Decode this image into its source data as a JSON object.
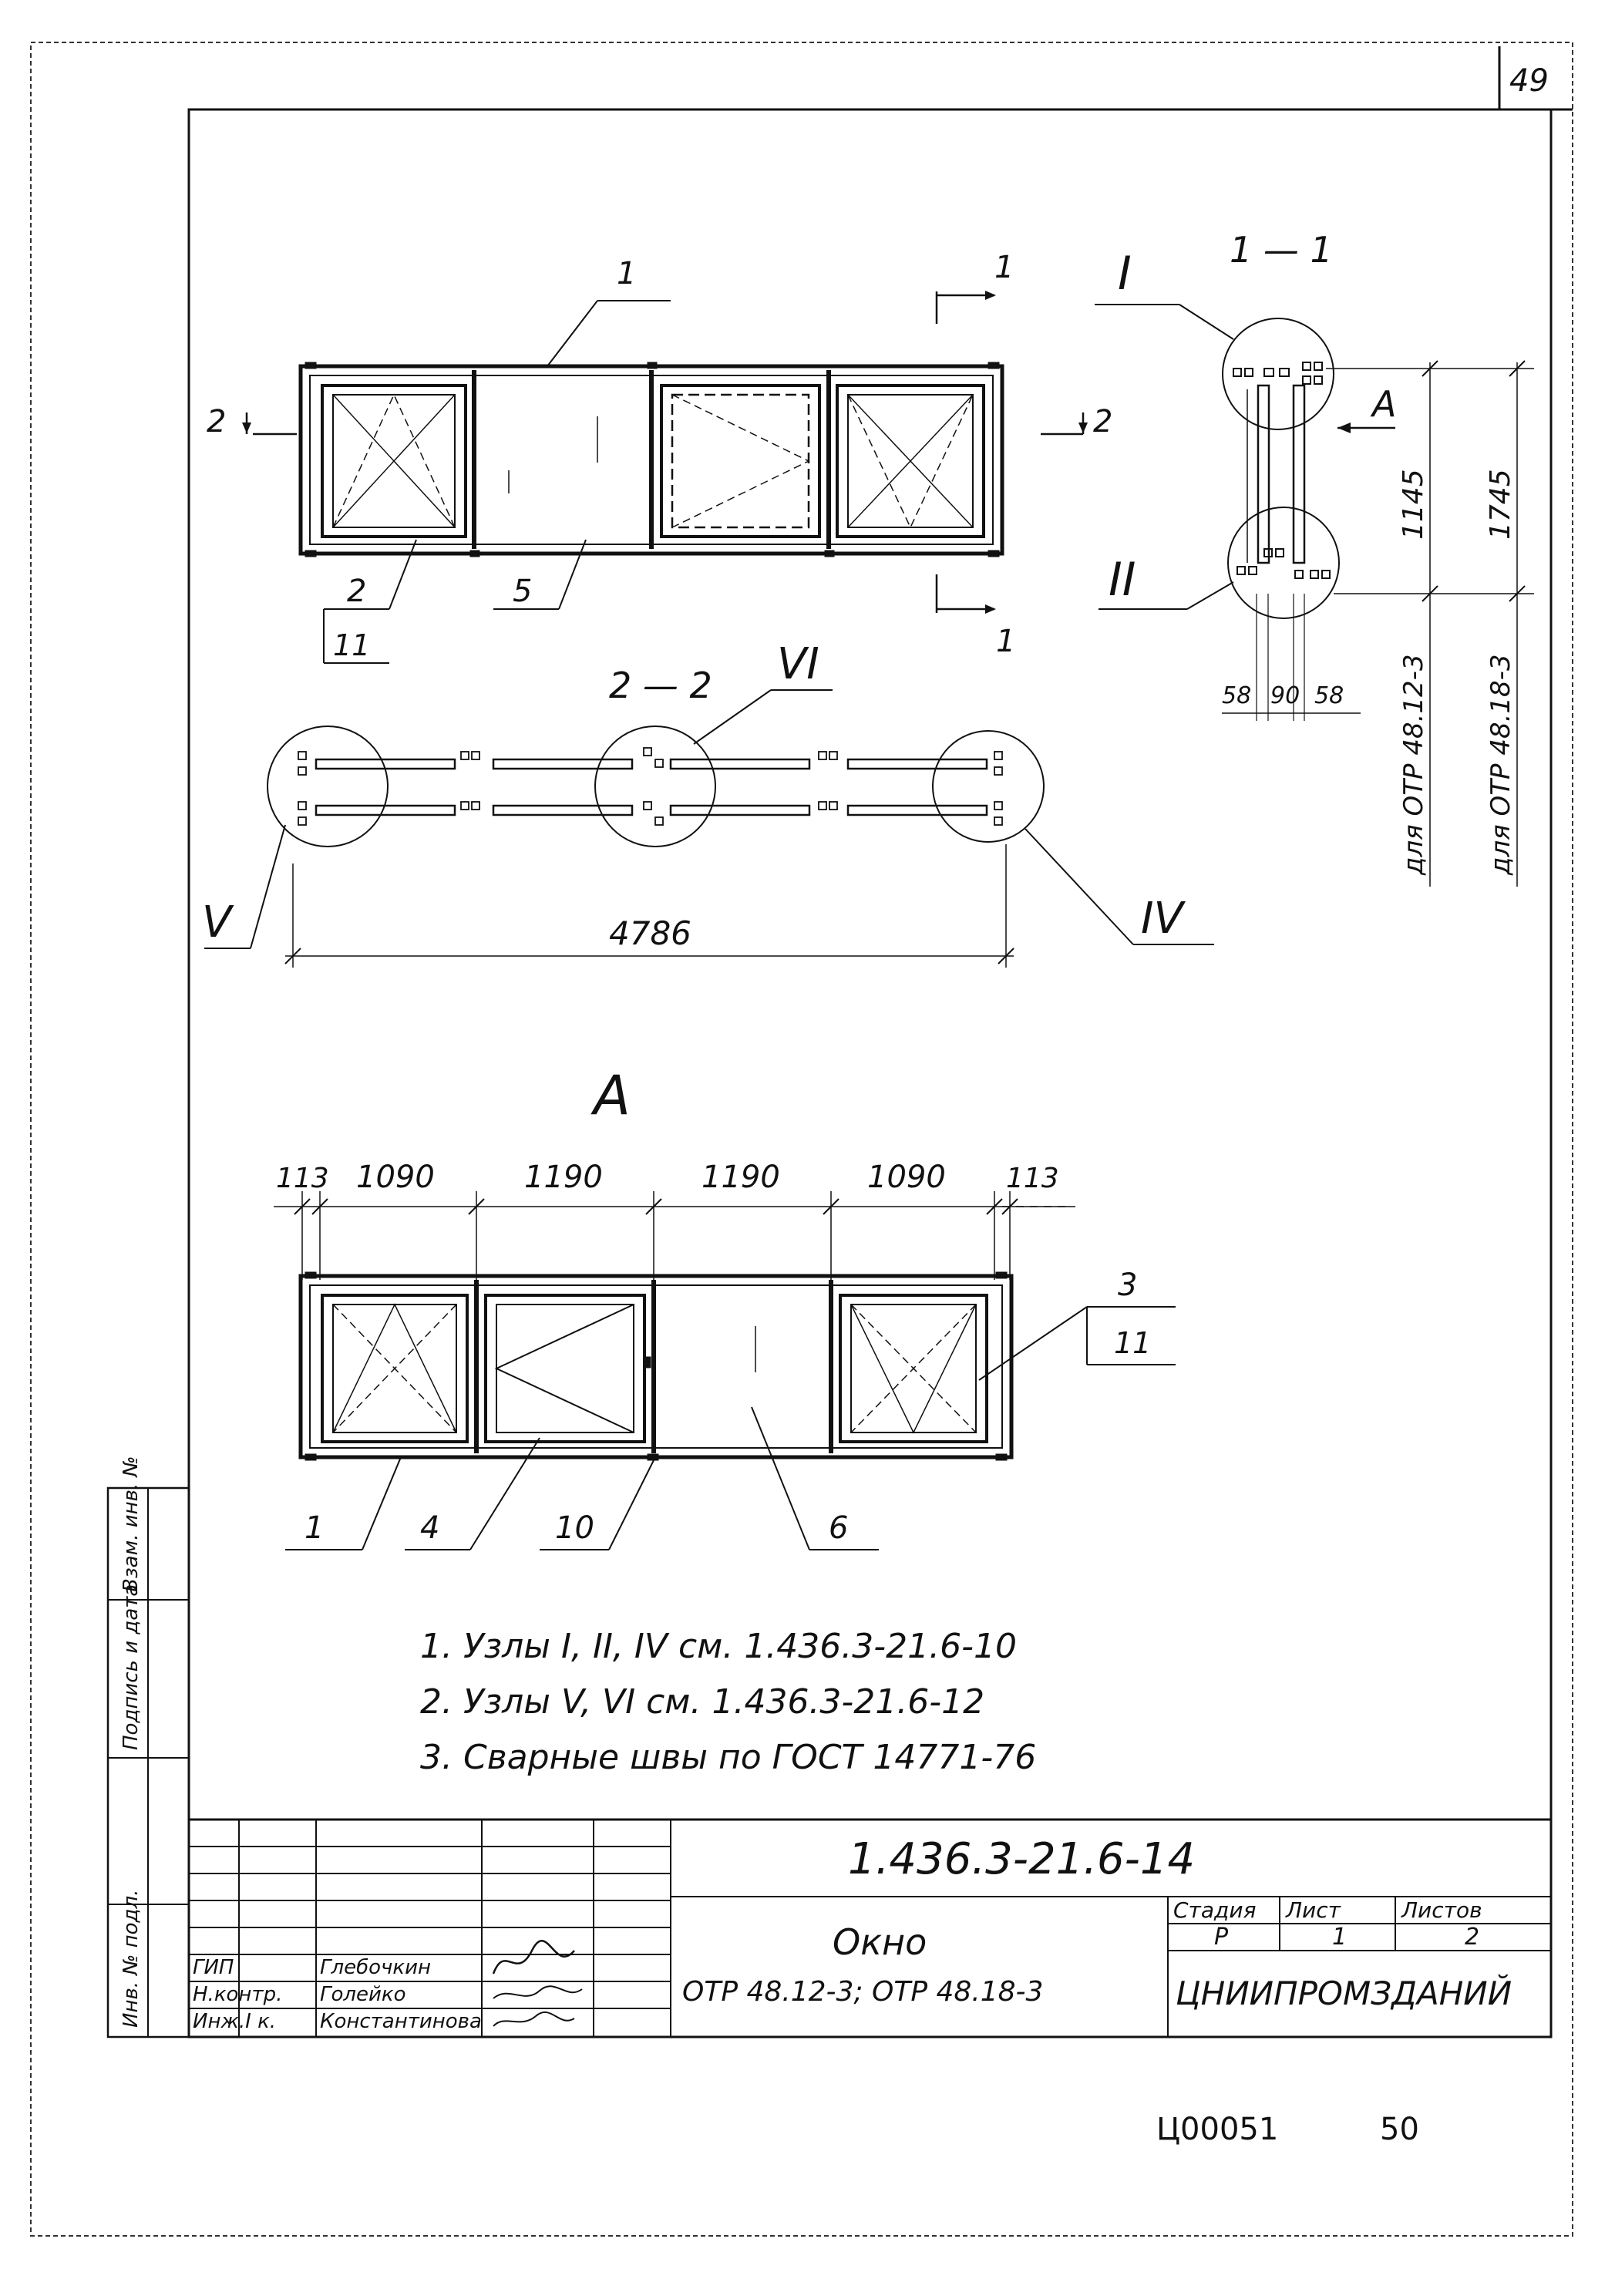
{
  "sheet": {
    "corner_number": "49",
    "bottom_code": "Ц00051",
    "bottom_page": "50"
  },
  "labels": {
    "section_1_1": "1 — 1",
    "section_2_2": "2 — 2",
    "view_a": "А",
    "cut_1": "1",
    "cut_2": "2",
    "arrow_a": "А",
    "node_I": "I",
    "node_II": "II",
    "node_IV": "IV",
    "node_V": "V",
    "node_VI": "VI"
  },
  "callouts": {
    "top": {
      "p1": "1",
      "p2": "2",
      "p2_sheet": "11",
      "p5": "5"
    },
    "view_a": {
      "p1": "1",
      "p3": "3",
      "p3_sheet": "11",
      "p4": "4",
      "p10": "10",
      "p6": "6"
    }
  },
  "dimensions": {
    "total_length": "4786",
    "height_1": "1145",
    "height_2": "1745",
    "note_1": "для ОТР 48.12-3",
    "note_2": "для ОТР 48.18-3",
    "sec_w1": "58",
    "sec_w2": "90",
    "sec_w3": "58",
    "view_a": [
      "113",
      "1090",
      "1190",
      "1190",
      "1090",
      "113"
    ]
  },
  "notes": [
    "1. Узлы I, II, IV см. 1.436.3-21.6-10",
    "2. Узлы V, VI см. 1.436.3-21.6-12",
    "3. Сварные швы по ГОСТ 14771-76"
  ],
  "side_stamp": {
    "inv": "Инв. № подл.",
    "sign_date": "Подпись и дата",
    "inv_dup": "Взам. инв. №"
  },
  "title_block": {
    "doc_code": "1.436.3-21.6-14",
    "name": "Окно",
    "subname": "ОТР 48.12-3;  ОТР 48.18-3",
    "headers": {
      "stage": "Стадия",
      "sheet": "Лист",
      "sheets": "Листов"
    },
    "values": {
      "stage": "Р",
      "sheet": "1",
      "sheets": "2"
    },
    "org": "ЦНИИПРОМЗДАНИЙ",
    "signers": [
      {
        "role": "ГИП",
        "name": "Глебочкин"
      },
      {
        "role": "Н.контр.",
        "name": "Голейко"
      },
      {
        "role": "Инж.I к.",
        "name": "Константинова"
      }
    ]
  }
}
